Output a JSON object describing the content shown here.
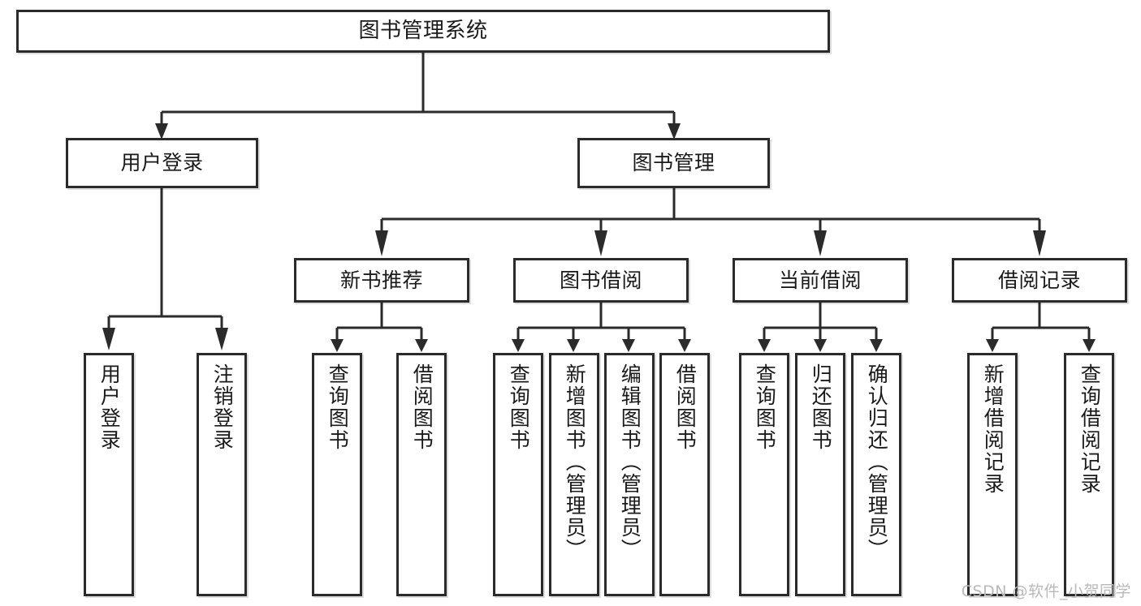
{
  "diagram": {
    "type": "tree-hierarchy",
    "title": "图书管理系统",
    "stroke_color": "#2b2b2b",
    "background_color": "#ffffff",
    "text_color": "#1a1a1a",
    "root": {
      "label": "图书管理系统"
    },
    "level2": [
      {
        "label": "用户登录"
      },
      {
        "label": "图书管理"
      }
    ],
    "level3": [
      {
        "label": "新书推荐"
      },
      {
        "label": "图书借阅"
      },
      {
        "label": "当前借阅"
      },
      {
        "label": "借阅记录"
      }
    ],
    "leaves": {
      "user_login": [
        {
          "label": "用户登录"
        },
        {
          "label": "注销登录"
        }
      ],
      "new_book_recommend": [
        {
          "label": "查询图书"
        },
        {
          "label": "借阅图书"
        }
      ],
      "book_borrow": [
        {
          "label": "查询图书"
        },
        {
          "label": "新增图书（管理员）"
        },
        {
          "label": "编辑图书（管理员）"
        },
        {
          "label": "借阅图书"
        }
      ],
      "current_borrow": [
        {
          "label": "查询图书"
        },
        {
          "label": "归还图书"
        },
        {
          "label": "确认归还（管理员）"
        }
      ],
      "borrow_record": [
        {
          "label": "新增借阅记录"
        },
        {
          "label": "查询借阅记录"
        }
      ]
    }
  },
  "watermark": {
    "text": "CSDN @软件_小贺同学"
  }
}
